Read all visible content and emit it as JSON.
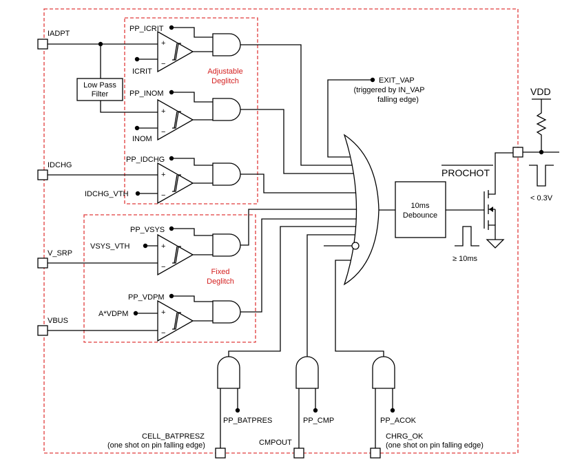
{
  "pins": {
    "iadpt": "IADPT",
    "idchg": "IDCHG",
    "v_srp": "V_SRP",
    "vbus": "VBUS"
  },
  "blocks": {
    "low_pass_line1": "Low Pass",
    "low_pass_line2": "Filter",
    "debounce_line1": "10ms",
    "debounce_line2": "Debounce"
  },
  "regions": {
    "adjustable_line1": "Adjustable",
    "adjustable_line2": "Deglitch",
    "fixed_line1": "Fixed",
    "fixed_line2": "Deglitch"
  },
  "signals": {
    "pp_icrit": "PP_ICRIT",
    "icrit": "ICRIT",
    "pp_inom": "PP_INOM",
    "inom": "INOM",
    "pp_idchg": "PP_IDCHG",
    "idchg_vth": "IDCHG_VTH",
    "pp_vsys": "PP_VSYS",
    "vsys_vth": "VSYS_VTH",
    "pp_vdpm": "PP_VDPM",
    "a_vdpm": "A*VDPM",
    "pp_batpres": "PP_BATPRES",
    "pp_cmp": "PP_CMP",
    "pp_acok": "PP_ACOK"
  },
  "exit_vap": {
    "label": "EXIT_VAP",
    "note_line1": "(triggered by IN_VAP",
    "note_line2": "falling edge)"
  },
  "output": {
    "prochot": "PROCHOT",
    "vdd": "VDD",
    "low_level": "< 0.3V",
    "pulse_width": "≥ 10ms"
  },
  "bottom_pins": {
    "cell_batpresz": "CELL_BATPRESZ",
    "cell_batpresz_note": "(one shot on pin falling edge)",
    "cmpout": "CMPOUT",
    "chrg_ok": "CHRG_OK",
    "chrg_ok_note": "(one shot on pin falling edge)"
  },
  "colors": {
    "boundary": "#e03a3a",
    "region_label": "#d42020",
    "wire": "#000000"
  }
}
